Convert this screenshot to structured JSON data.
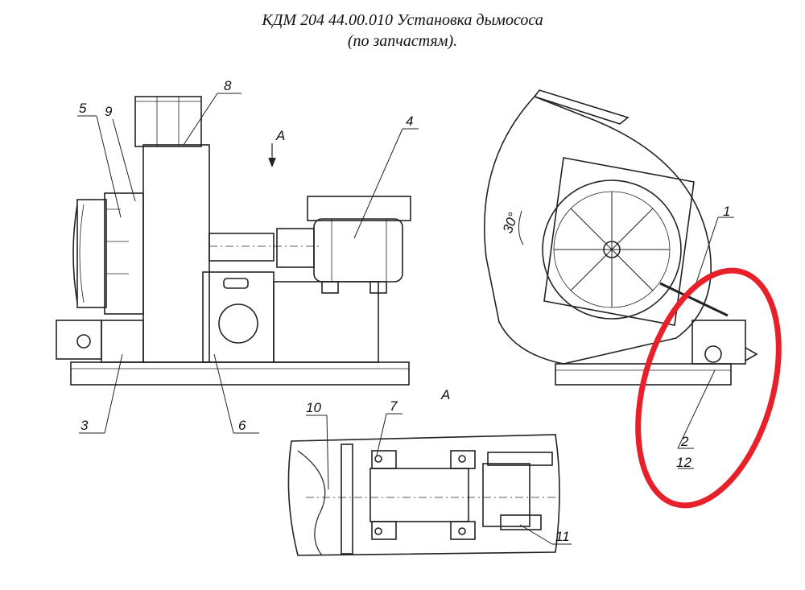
{
  "title": {
    "line1": "КДМ 204 44.00.010 Установка дымососа",
    "line2": "(по запчастям)."
  },
  "view_labels": {
    "top_view_arrow": "A",
    "section_label": "A"
  },
  "angle_label": "30°",
  "callouts": [
    "1",
    "2",
    "3",
    "4",
    "5",
    "6",
    "7",
    "8",
    "9",
    "10",
    "11",
    "12"
  ],
  "highlight_color": "#e8202a"
}
